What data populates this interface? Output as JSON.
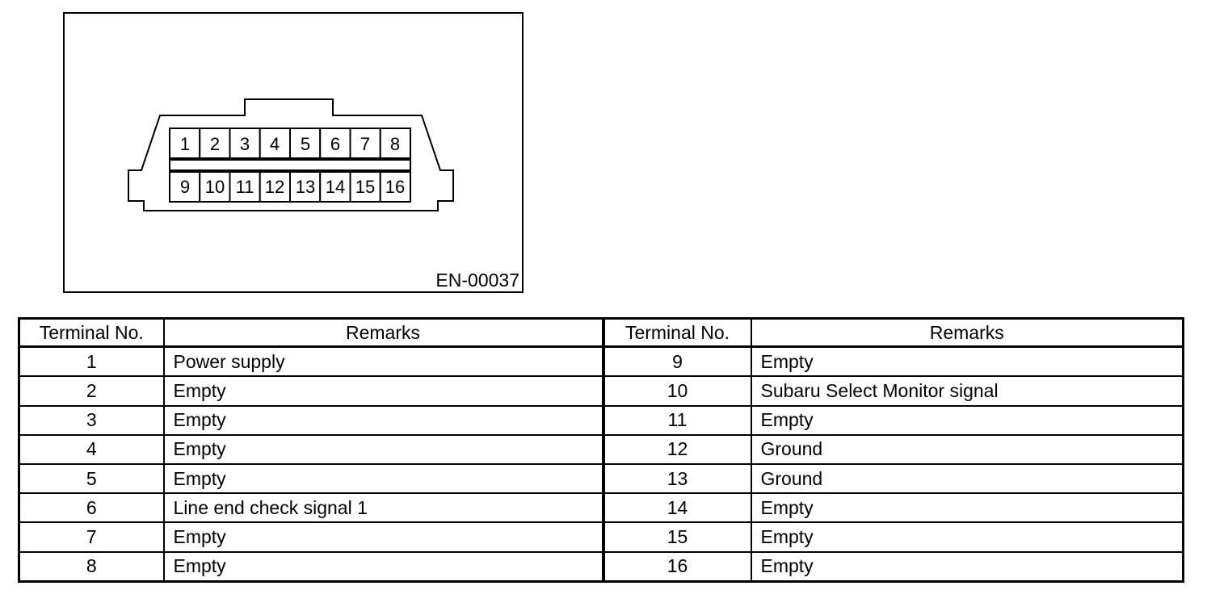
{
  "figure": {
    "code_label": "EN-00037",
    "pins": [
      "1",
      "2",
      "3",
      "4",
      "5",
      "6",
      "7",
      "8",
      "9",
      "10",
      "11",
      "12",
      "13",
      "14",
      "15",
      "16"
    ]
  },
  "table": {
    "headers": [
      "Terminal No.",
      "Remarks",
      "Terminal No.",
      "Remarks"
    ],
    "rows": [
      [
        "1",
        "Power supply",
        "9",
        "Empty"
      ],
      [
        "2",
        "Empty",
        "10",
        "Subaru Select Monitor signal"
      ],
      [
        "3",
        "Empty",
        "11",
        "Empty"
      ],
      [
        "4",
        "Empty",
        "12",
        "Ground"
      ],
      [
        "5",
        "Empty",
        "13",
        "Ground"
      ],
      [
        "6",
        "Line end check signal 1",
        "14",
        "Empty"
      ],
      [
        "7",
        "Empty",
        "15",
        "Empty"
      ],
      [
        "8",
        "Empty",
        "16",
        "Empty"
      ]
    ]
  },
  "colors": {
    "line": "#000000",
    "background": "#ffffff"
  }
}
